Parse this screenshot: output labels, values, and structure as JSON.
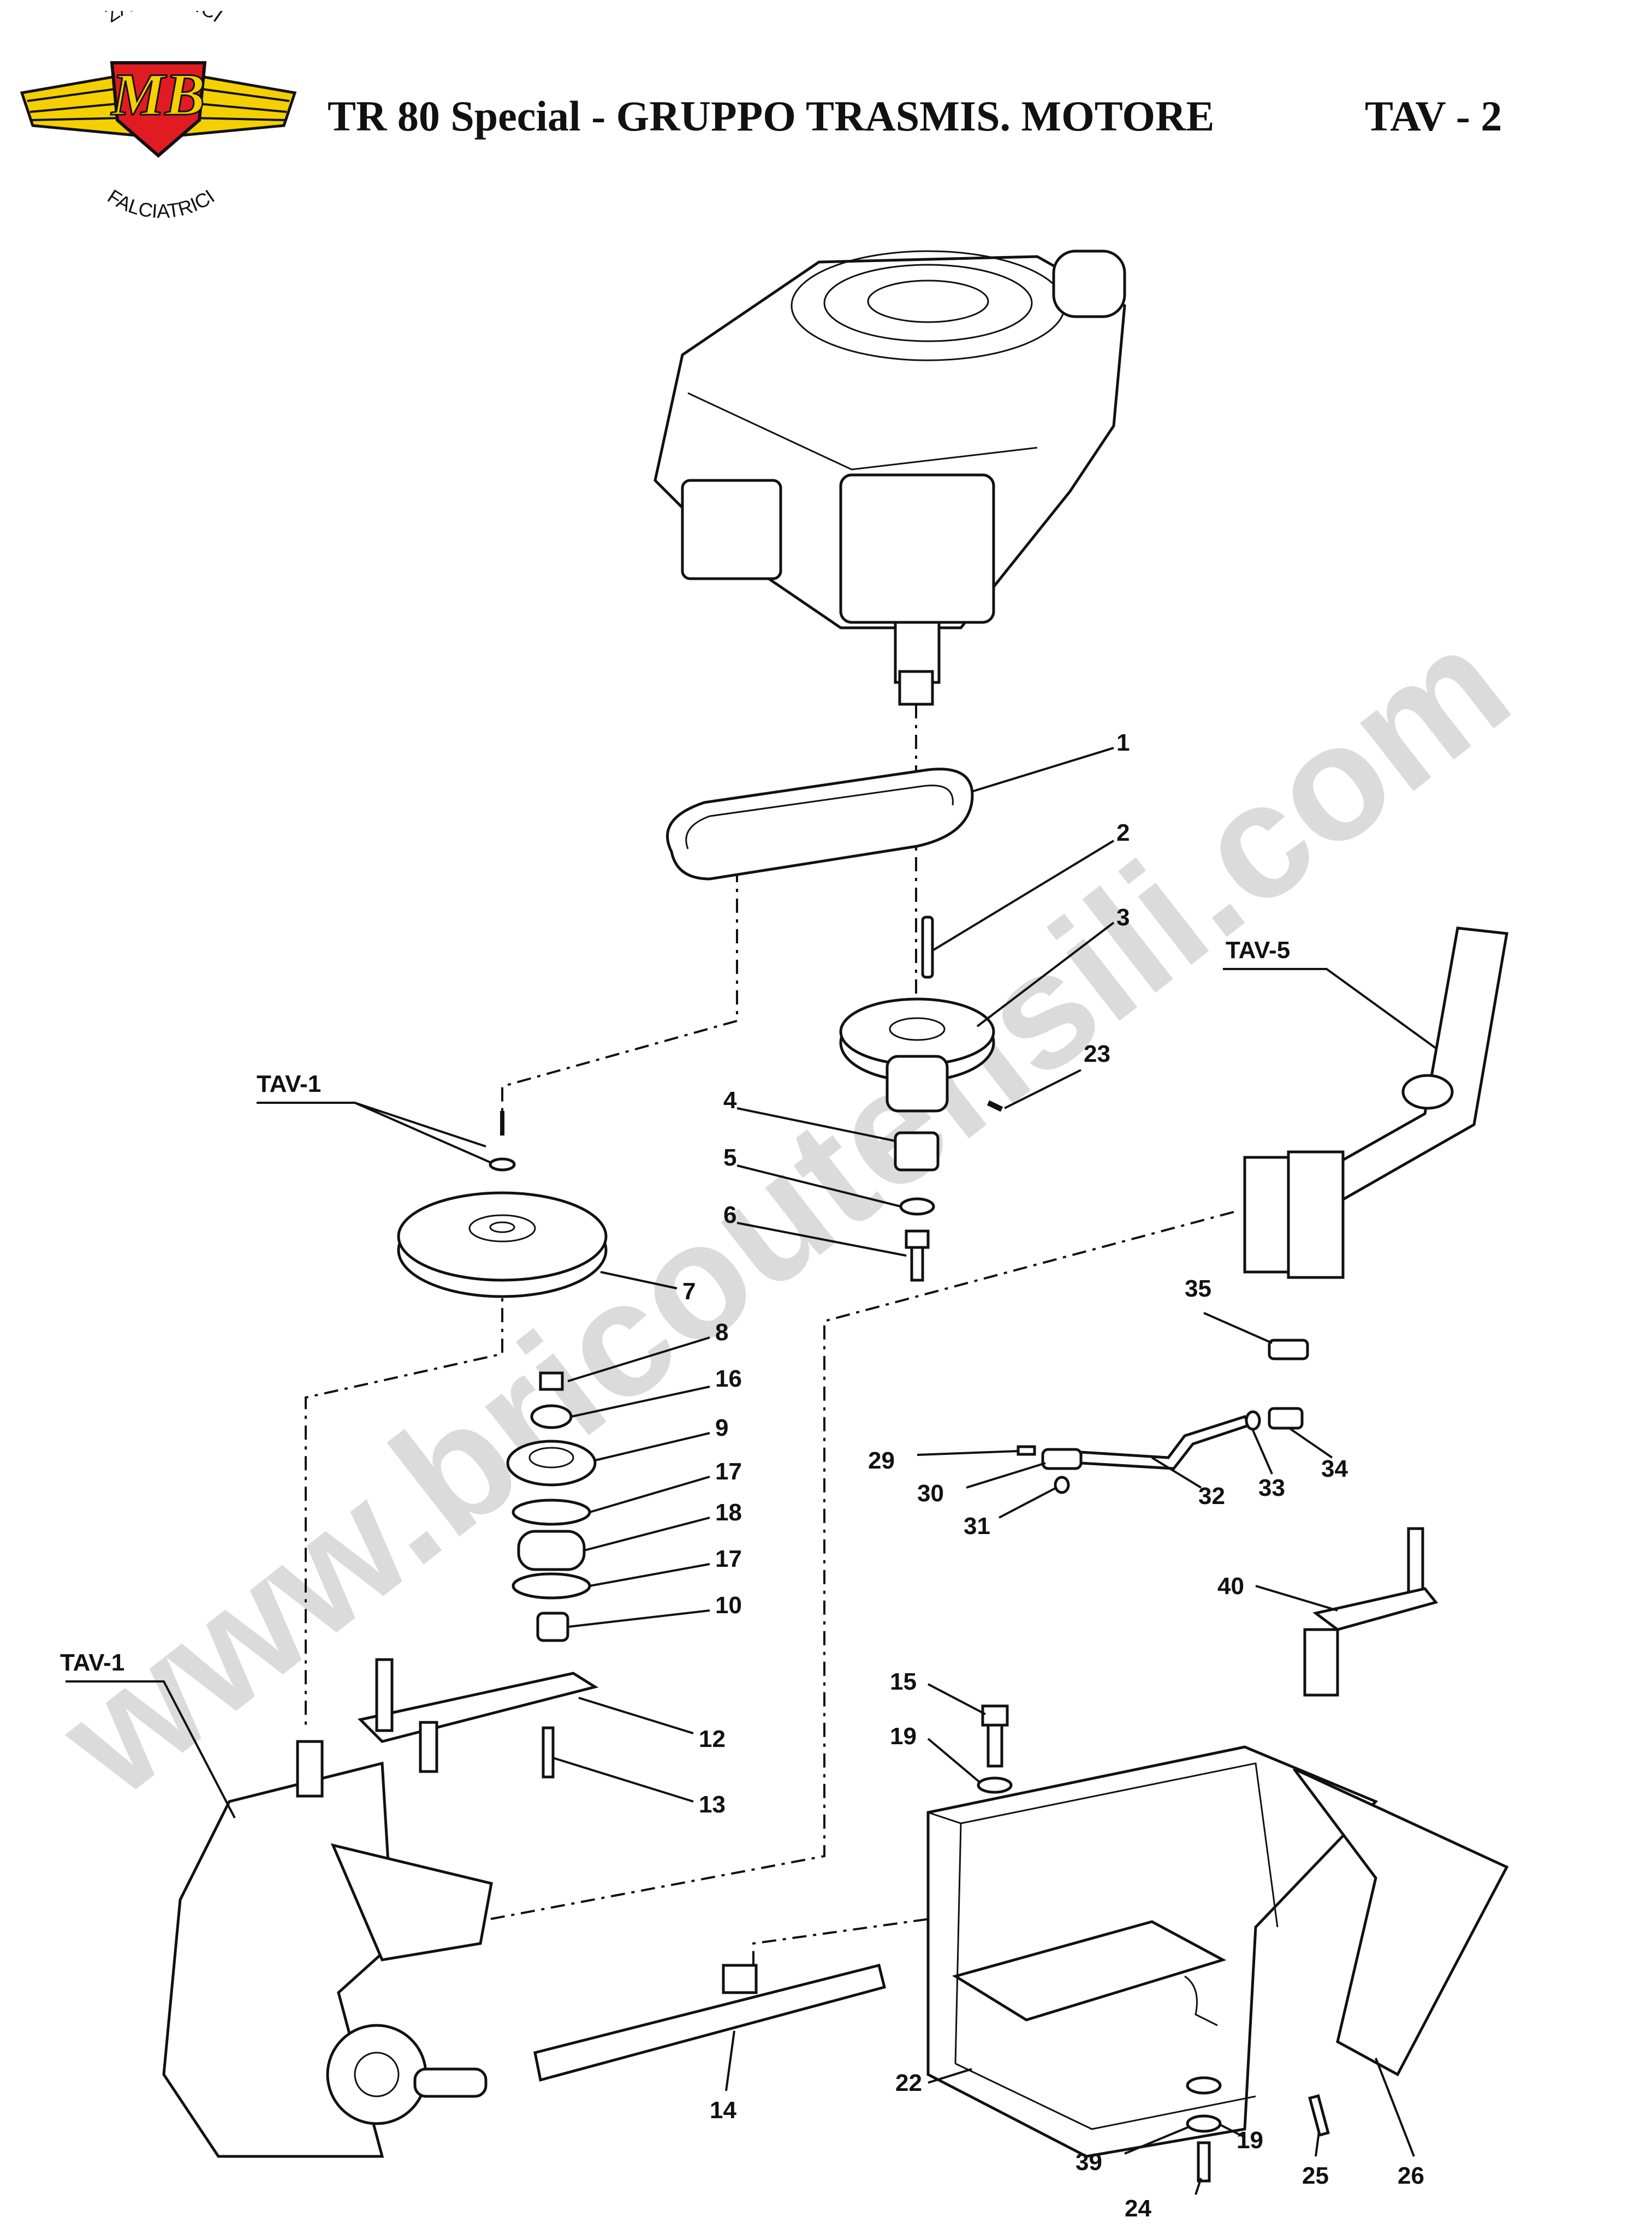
{
  "header": {
    "title": "TR 80 Special - GRUPPO TRASMIS. MOTORE",
    "table": "TAV - 2"
  },
  "logo": {
    "top_text": "ZAPPATRICI",
    "center_text": "MB",
    "bottom_text": "FALCIATRICI",
    "color_primary": "#e11b22",
    "color_secondary": "#f5d000"
  },
  "watermark": "www.bricoutensili.com",
  "references": {
    "tav1_top": "TAV-1",
    "tav1_left": "TAV-1",
    "tav5": "TAV-5"
  },
  "callouts": [
    "1",
    "2",
    "3",
    "23",
    "4",
    "5",
    "6",
    "7",
    "8",
    "16",
    "9",
    "17",
    "18",
    "17",
    "10",
    "12",
    "13",
    "35",
    "29",
    "30",
    "31",
    "32",
    "33",
    "34",
    "40",
    "15",
    "19",
    "22",
    "14",
    "39",
    "19",
    "24",
    "25",
    "26"
  ]
}
